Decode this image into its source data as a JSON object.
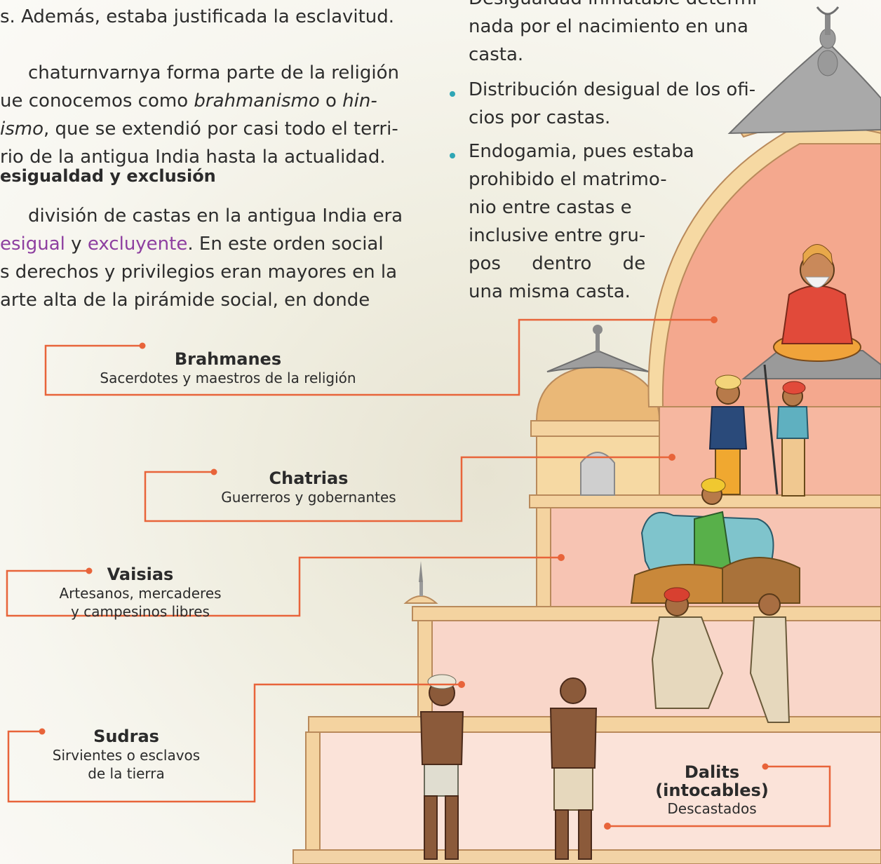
{
  "text": {
    "left_line1": "s. Además, estaba justificada la esclavitud.",
    "p2_line1": "chaturnvarnya forma parte de la religión",
    "p2_line2a": "ue conocemos como ",
    "p2_line2b": "brahmanismo",
    "p2_line2c": " o ",
    "p2_line2d": "hin-",
    "p2_line3a": "ismo",
    "p2_line3b": ", que se extendió por casi todo el terri-",
    "p2_line4": "rio de la antigua India hasta la actualidad.",
    "heading": "esigualdad y exclusión",
    "p3_line1": "división de castas en la antigua India era",
    "p3_line2a": "esigual",
    "p3_line2b": " y ",
    "p3_line2c": "excluyente",
    "p3_line2d": ". En este orden social",
    "p3_line3": "s derechos y privilegios eran mayores en la",
    "p3_line4": "arte alta de la pirámide social, en donde"
  },
  "bullets": {
    "b1_line0": "Desigualdad inmutable determi-",
    "b1_line1": "nada por el nacimiento en una",
    "b1_line2": "casta.",
    "b2_line1": "Distribución desigual de los ofi-",
    "b2_line2": "cios por castas.",
    "b3_line1": "Endogamia, pues estaba",
    "b3_line2": "prohibido el matrimo-",
    "b3_line3": "nio entre castas e",
    "b3_line4": "inclusive entre gru-",
    "b3_line5": "pos dentro de",
    "b3_line6": "una misma casta."
  },
  "castes": [
    {
      "title": "Brahmanes",
      "desc": [
        "Sacerdotes y maestros de la religión"
      ]
    },
    {
      "title": "Chatrias",
      "desc": [
        "Guerreros y gobernantes"
      ]
    },
    {
      "title": "Vaisias",
      "desc": [
        "Artesanos, mercaderes",
        "y campesinos libres"
      ]
    },
    {
      "title": "Sudras",
      "desc": [
        "Sirvientes o esclavos",
        "de la tierra"
      ]
    },
    {
      "title_lines": [
        "Dalits",
        "(intocables)"
      ],
      "desc": [
        "Descastados"
      ]
    }
  ],
  "colors": {
    "accent_orange": "#e8643a",
    "bullet_teal": "#2fa6b5",
    "purple_keyword": "#8e3fa0",
    "tier_top": "#f4a88e",
    "tier_mid": "#f7c4b3",
    "tier_low": "#f9d6c9",
    "tier_base": "#fbe3d9",
    "frame_cream": "#f6d9a3"
  }
}
